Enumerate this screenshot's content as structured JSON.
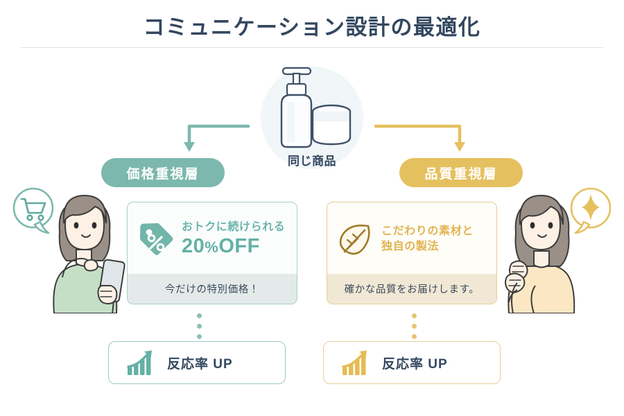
{
  "header": {
    "title": "コミュニケーション設計の最適化"
  },
  "center": {
    "product_label": "同じ商品",
    "icon": "pump-bottle-and-jar",
    "circle_color": "#f1f6f8"
  },
  "branches": [
    {
      "id": "price",
      "pill_label": "価格重視層",
      "pill_color": "#7cb8ae",
      "arrow_color": "#7cb8ae",
      "card": {
        "icon": "discount-tag-icon",
        "headline": "おトクに続けられる",
        "offer": "20%OFF",
        "offer_number": "20",
        "offer_percent": "%",
        "offer_suffix": "OFF",
        "footer": "今だけの特別価格！",
        "accent_color": "#6cb5ab",
        "border_color": "#a9cfc9",
        "footer_bg": "#e3eae9"
      },
      "result": {
        "icon": "chart-up-icon",
        "label": "反応率 UP",
        "border_color": "#9ccac3",
        "icon_color": "#64b0a5"
      },
      "person": {
        "name": "woman-with-smartphone",
        "bubble_icon": "shopping-cart-icon",
        "bubble_color": "#7cb8ae",
        "sweater_color": "#c5dfc7"
      }
    },
    {
      "id": "quality",
      "pill_label": "品質重視層",
      "pill_color": "#e5c05f",
      "arrow_color": "#e5c05f",
      "card": {
        "icon": "leaf-icon",
        "headline_line1": "こだわりの素材と",
        "headline_line2": "独自の製法",
        "footer": "確かな品質をお届けします。",
        "accent_color": "#e0b451",
        "border_color": "#e6cf95",
        "footer_bg": "#f0e8d5"
      },
      "result": {
        "icon": "chart-up-icon",
        "label": "反応率 UP",
        "border_color": "#e6cf95",
        "icon_color": "#e5bc52"
      },
      "person": {
        "name": "woman-touching-face",
        "bubble_icon": "sparkle-icon",
        "bubble_color": "#e5c05f",
        "sweater_color": "#fbe7c4"
      }
    }
  ]
}
